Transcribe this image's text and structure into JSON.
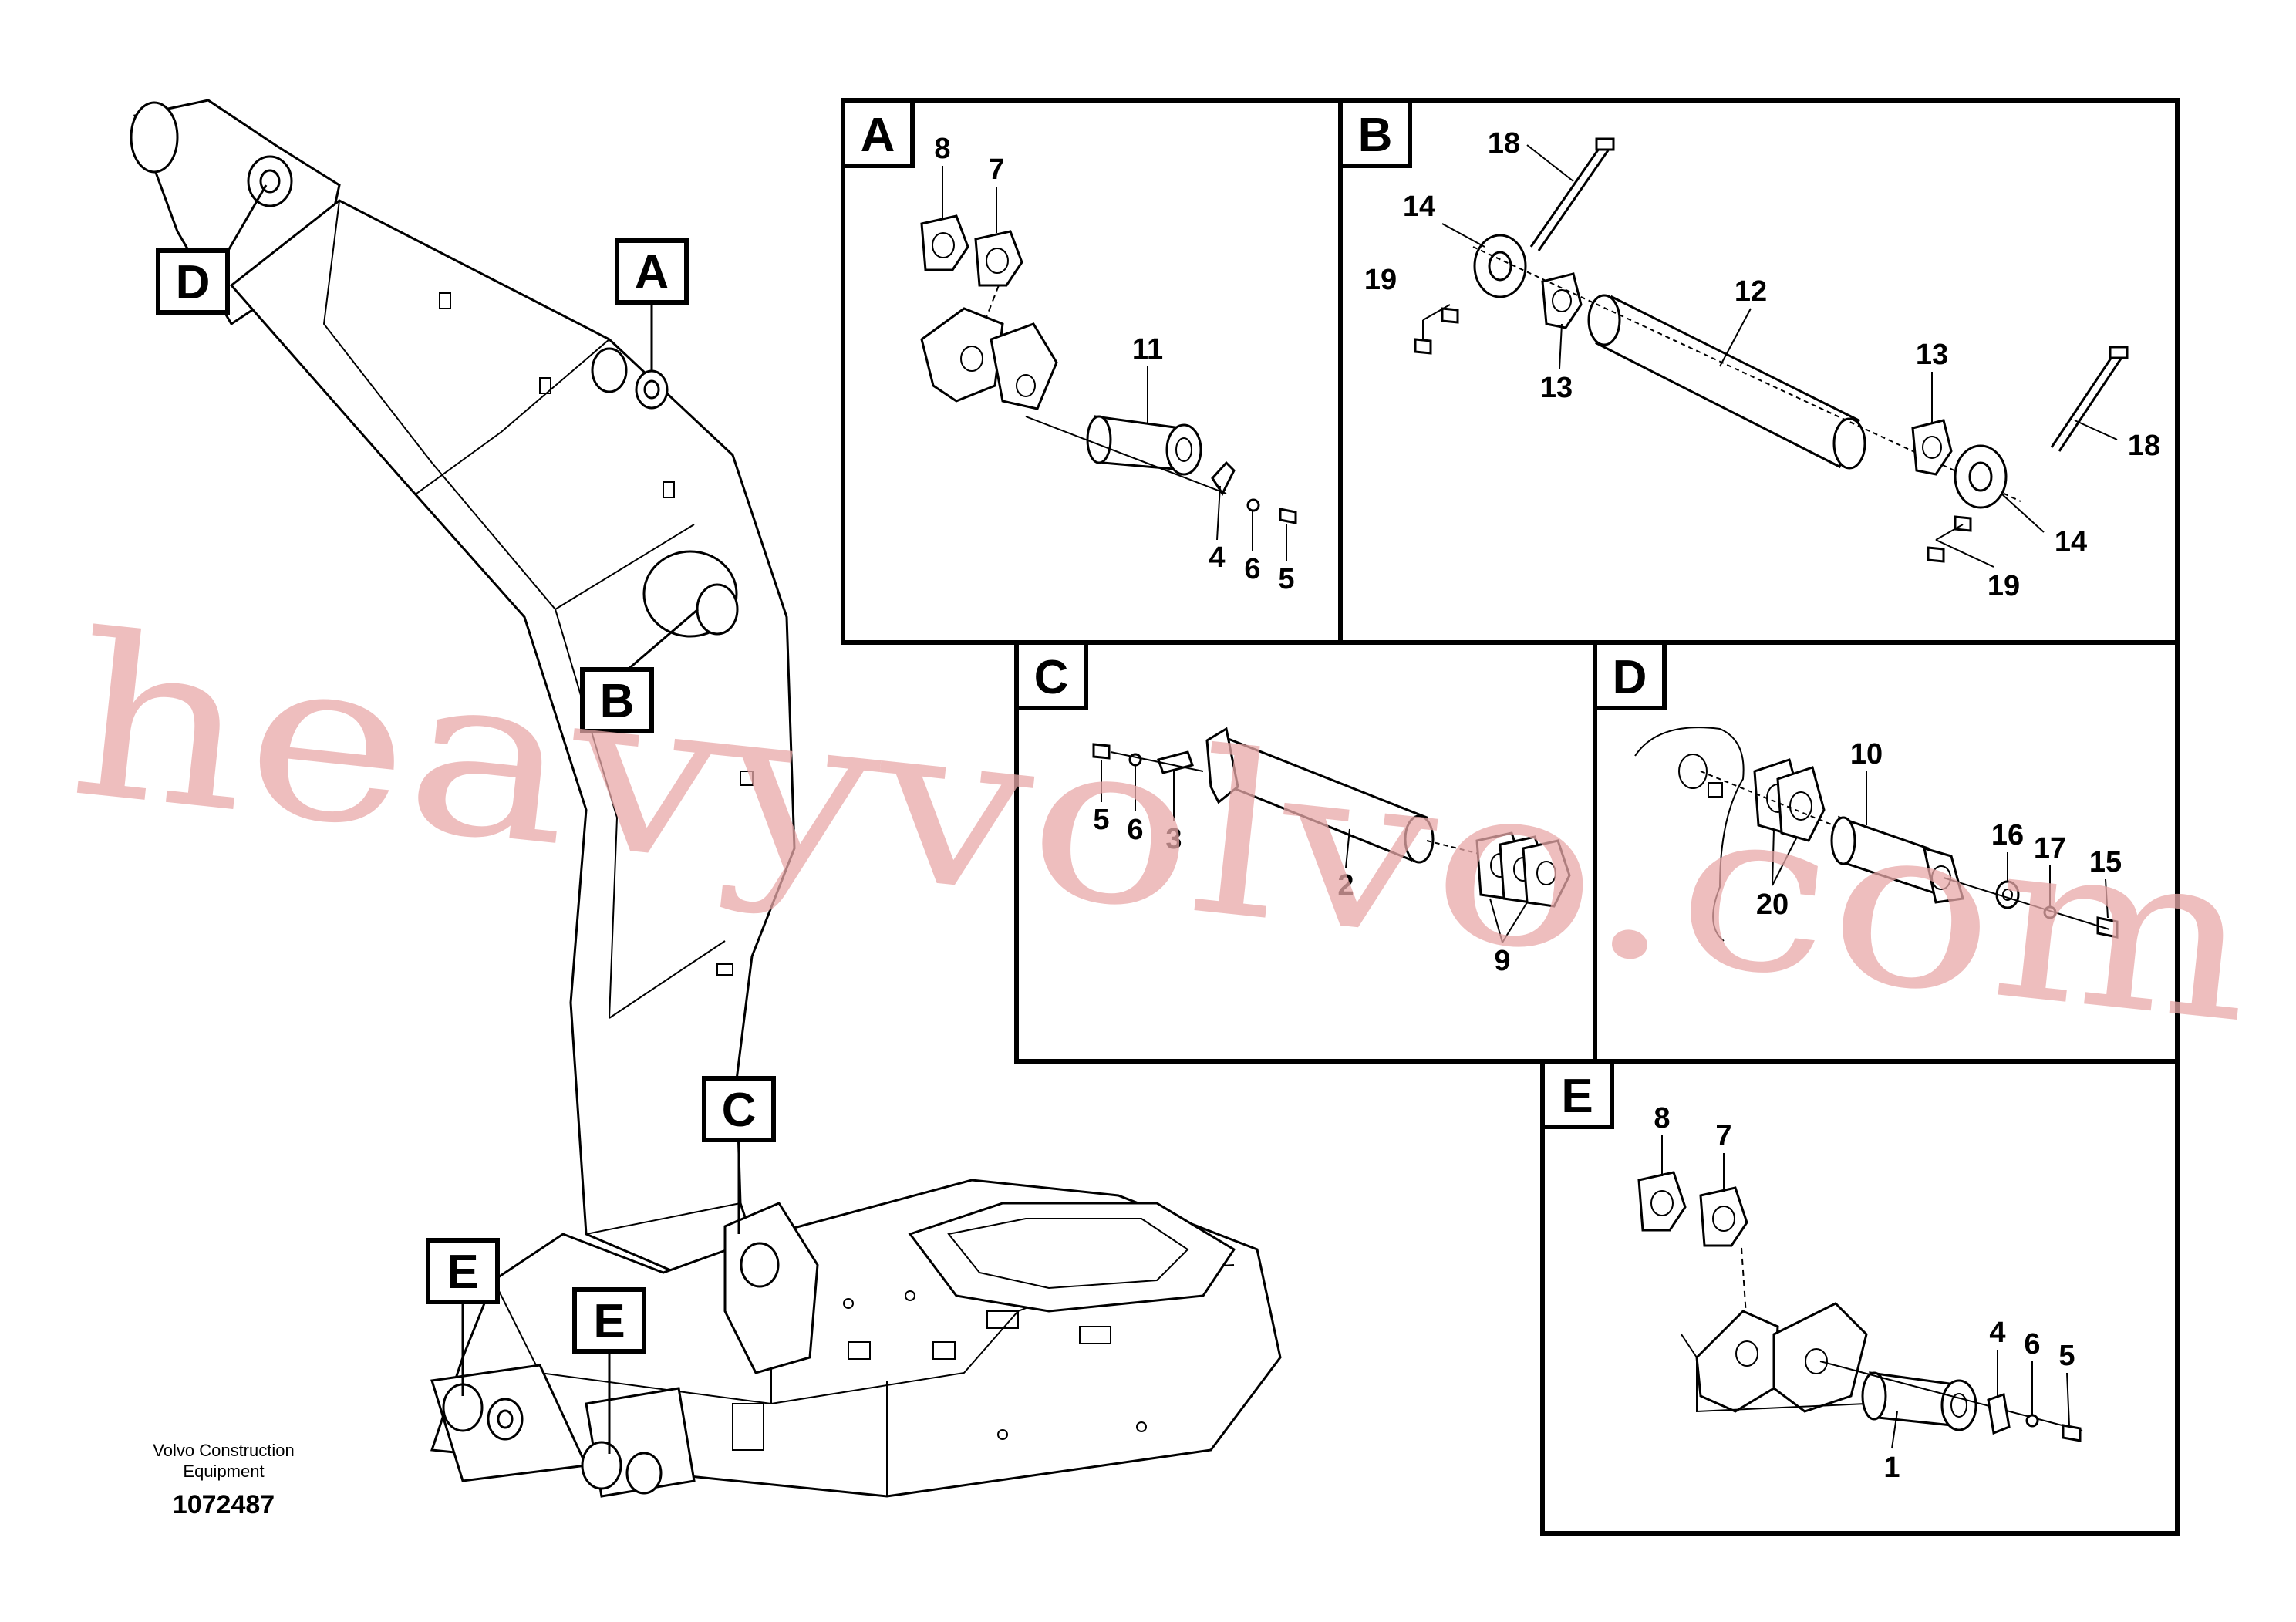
{
  "callouts": {
    "A": "A",
    "B": "B",
    "C": "C",
    "D": "D",
    "E": "E"
  },
  "panels": {
    "A": {
      "title": "A",
      "parts": [
        "8",
        "7",
        "11",
        "4",
        "6",
        "5"
      ]
    },
    "B": {
      "title": "B",
      "parts": [
        "18",
        "14",
        "19",
        "13",
        "12",
        "13",
        "18",
        "14",
        "19"
      ]
    },
    "C": {
      "title": "C",
      "parts": [
        "5",
        "6",
        "3",
        "2",
        "9"
      ]
    },
    "D": {
      "title": "D",
      "parts": [
        "10",
        "20",
        "16",
        "17",
        "15"
      ]
    },
    "E": {
      "title": "E",
      "parts": [
        "8",
        "7",
        "4",
        "6",
        "5",
        "1"
      ]
    }
  },
  "watermark": "heavyvolvo.com",
  "credit": {
    "line1": "Volvo Construction",
    "line2": "Equipment"
  },
  "document_number": "1072487",
  "colors": {
    "ink": "#000000",
    "watermark": "#e8a8a8",
    "background": "#ffffff"
  }
}
